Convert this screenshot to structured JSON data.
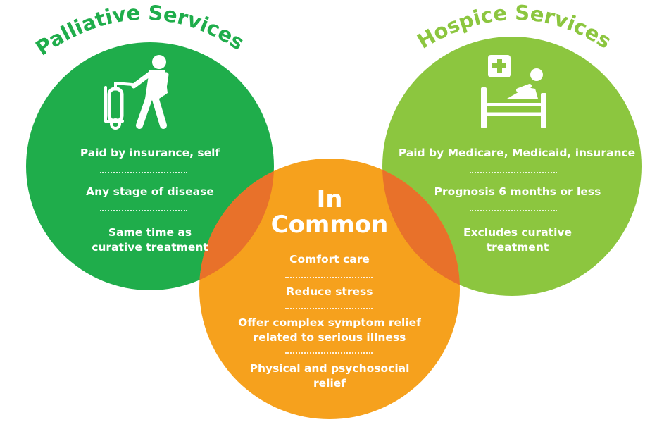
{
  "palliative": {
    "title": "Palliative Services",
    "items": [
      "Paid by insurance, self",
      "Any stage of disease",
      "Same time as\ncurative treatment"
    ]
  },
  "hospice": {
    "title": "Hospice Services",
    "items": [
      "Paid by Medicare, Medicaid, insurance",
      "Prognosis 6 months or less",
      "Excludes curative\ntreatment"
    ]
  },
  "common": {
    "title_line1": "In",
    "title_line2": "Common",
    "items": [
      "Comfort care",
      "Reduce stress",
      "Offer complex symptom relief\nrelated to serious illness",
      "Physical and psychosocial\nrelief"
    ]
  },
  "colors": {
    "palliative": "#1fad4b",
    "hospice": "#8cc63f",
    "common": "#f6a11d",
    "overlap": "#e8712a"
  },
  "icons": [
    "person-with-oxygen-tank-icon",
    "hospital-bed-icon",
    "medical-cross-icon"
  ]
}
